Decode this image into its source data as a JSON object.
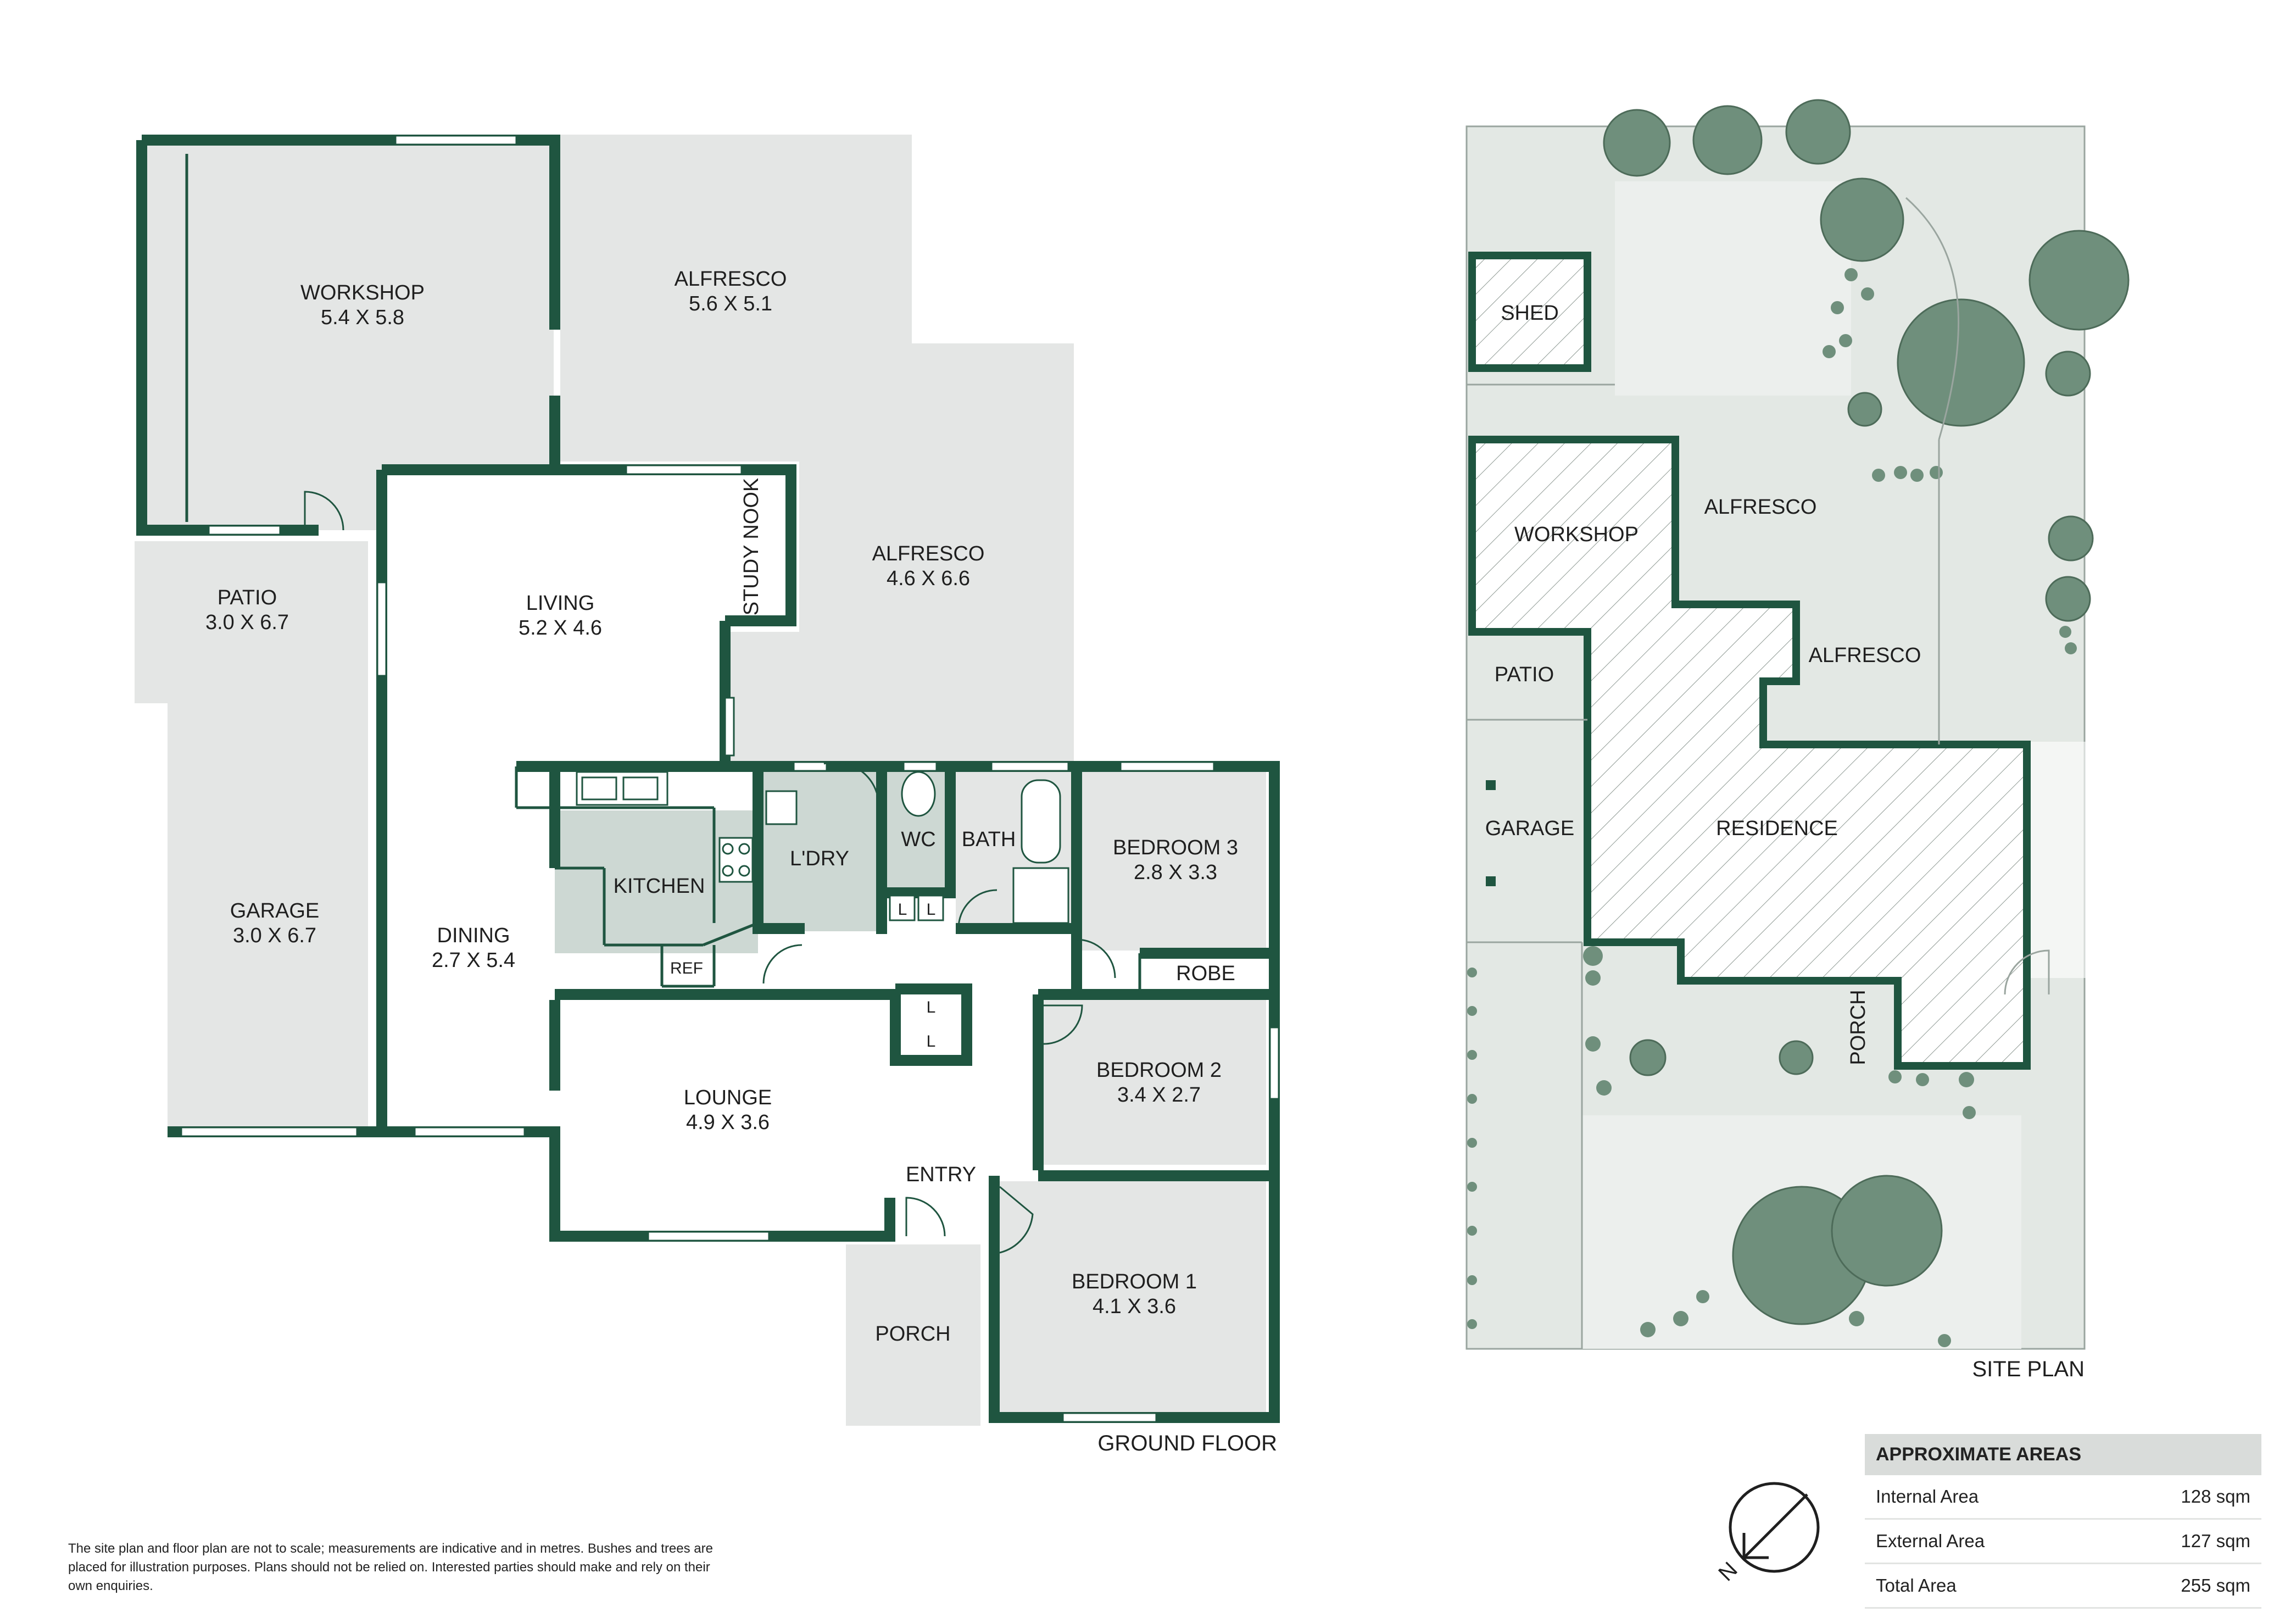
{
  "colors": {
    "wall": "#1f5540",
    "room": "#e4e6e5",
    "wet": "#cdd8d3",
    "tree": "#6f8f7c",
    "site_bg": "#e3e8e4"
  },
  "floor_plan": {
    "caption": "GROUND FLOOR",
    "rooms": {
      "workshop": {
        "name": "WORKSHOP",
        "dims": "5.4 X 5.8"
      },
      "alfresco1": {
        "name": "ALFRESCO",
        "dims": "5.6 X 5.1"
      },
      "alfresco2": {
        "name": "ALFRESCO",
        "dims": "4.6 X 6.6"
      },
      "patio": {
        "name": "PATIO",
        "dims": "3.0 X 6.7"
      },
      "living": {
        "name": "LIVING",
        "dims": "5.2 X 4.6"
      },
      "study": {
        "name": "STUDY NOOK"
      },
      "garage": {
        "name": "GARAGE",
        "dims": "3.0 X 6.7"
      },
      "dining": {
        "name": "DINING",
        "dims": "2.7 X 5.4"
      },
      "kitchen": {
        "name": "KITCHEN"
      },
      "ref": {
        "name": "REF"
      },
      "laundry": {
        "name": "L'DRY"
      },
      "wc": {
        "name": "WC"
      },
      "bath": {
        "name": "BATH"
      },
      "bedroom3": {
        "name": "BEDROOM 3",
        "dims": "2.8 X 3.3"
      },
      "robe": {
        "name": "ROBE"
      },
      "bedroom2": {
        "name": "BEDROOM 2",
        "dims": "3.4 X 2.7"
      },
      "lounge": {
        "name": "LOUNGE",
        "dims": "4.9 X 3.6"
      },
      "entry": {
        "name": "ENTRY"
      },
      "bedroom1": {
        "name": "BEDROOM 1",
        "dims": "4.1 X 3.6"
      },
      "porch": {
        "name": "PORCH"
      },
      "linen": "L"
    }
  },
  "site_plan": {
    "caption": "SITE PLAN",
    "labels": {
      "shed": "SHED",
      "workshop": "WORKSHOP",
      "alfresco_a": "ALFRESCO",
      "alfresco_b": "ALFRESCO",
      "patio": "PATIO",
      "garage": "GARAGE",
      "residence": "RESIDENCE",
      "porch": "PORCH"
    }
  },
  "north_marker": "N",
  "areas": {
    "heading": "APPROXIMATE AREAS",
    "rows": [
      {
        "label": "Internal Area",
        "value": "128 sqm"
      },
      {
        "label": "External Area",
        "value": "127 sqm"
      },
      {
        "label": "Total Area",
        "value": "255 sqm"
      }
    ]
  },
  "disclaimer": "The site plan and floor plan are not to scale; measurements are indicative and in metres. Bushes and trees are placed for illustration purposes. Plans should not be relied on. Interested parties should make and rely on their own enquiries."
}
